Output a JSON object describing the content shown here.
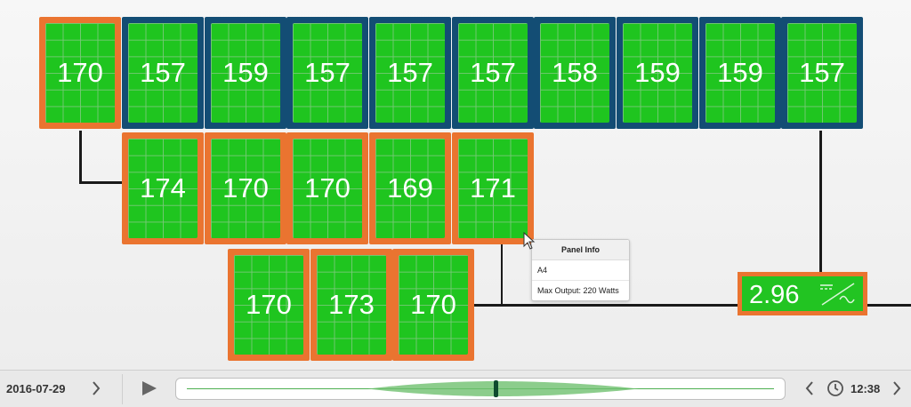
{
  "panels": {
    "row1": [
      "170",
      "157",
      "159",
      "157",
      "157",
      "157",
      "158",
      "159",
      "159",
      "157"
    ],
    "row2": [
      "174",
      "170",
      "170",
      "169",
      "171"
    ],
    "row3": [
      "170",
      "173",
      "170"
    ]
  },
  "tooltip": {
    "title": "Panel Info",
    "panel_id": "A4",
    "max_output": "Max Output: 220 Watts"
  },
  "inverter": {
    "value": "2.96"
  },
  "bottom_bar": {
    "date": "2016-07-29",
    "time": "12:38",
    "icons": [
      "chevron-right-icon",
      "play-icon",
      "chevron-left-icon",
      "clock-icon",
      "chevron-right-icon"
    ]
  },
  "colors": {
    "panel_green": "#1fc51f",
    "border_orange": "#ea7430",
    "border_blue": "#134d74",
    "timeline_green": "#4caf50",
    "playhead": "#0f4a2e"
  }
}
